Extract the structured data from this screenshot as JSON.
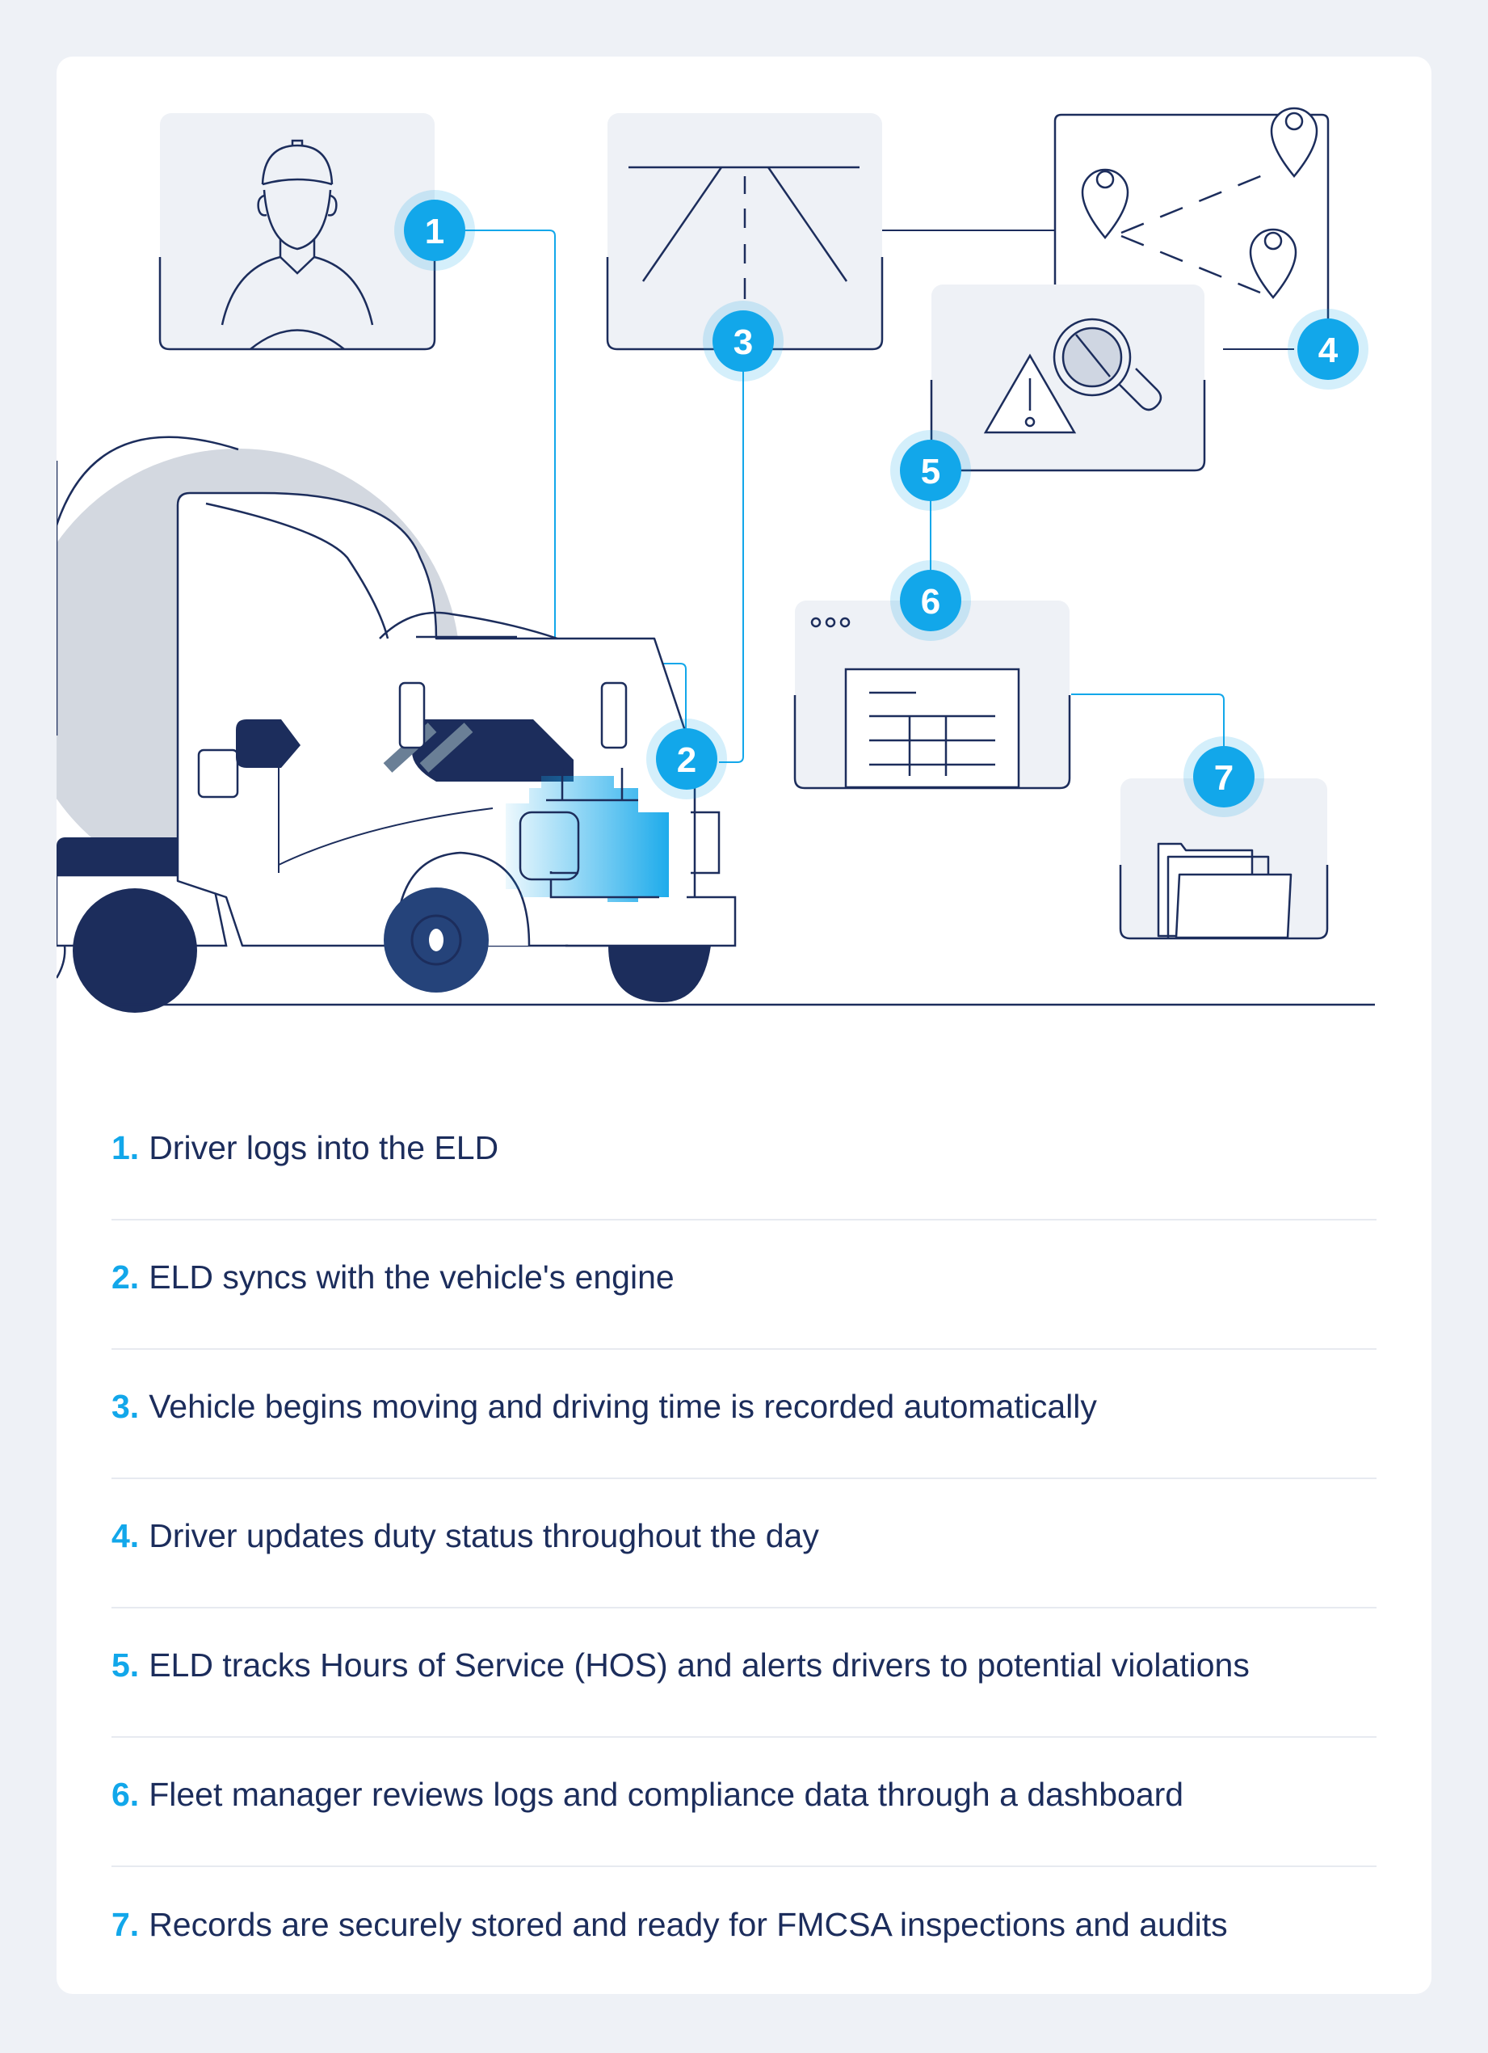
{
  "colors": {
    "accent": "#12a7ea",
    "navy": "#1c2d5c",
    "panel": "#eef1f6",
    "card": "#ffffff"
  },
  "markers": [
    "1",
    "2",
    "3",
    "4",
    "5",
    "6",
    "7"
  ],
  "icons": [
    "driver-icon",
    "road-icon",
    "map-pins-icon",
    "alert-search-icon",
    "dashboard-window-icon",
    "folder-icon",
    "truck-icon",
    "engine-icon"
  ],
  "steps": [
    {
      "num": "1.",
      "text": "Driver logs into the ELD"
    },
    {
      "num": "2.",
      "text": "ELD syncs with the vehicle's engine"
    },
    {
      "num": "3.",
      "text": "Vehicle begins moving and driving time is recorded automatically"
    },
    {
      "num": "4.",
      "text": "Driver updates duty status throughout the day"
    },
    {
      "num": "5.",
      "text": "ELD tracks Hours of Service (HOS) and alerts drivers to potential violations"
    },
    {
      "num": "6.",
      "text": "Fleet manager reviews logs and compliance data through a dashboard"
    },
    {
      "num": "7.",
      "text": "Records are securely stored and ready for FMCSA inspections and audits"
    }
  ]
}
